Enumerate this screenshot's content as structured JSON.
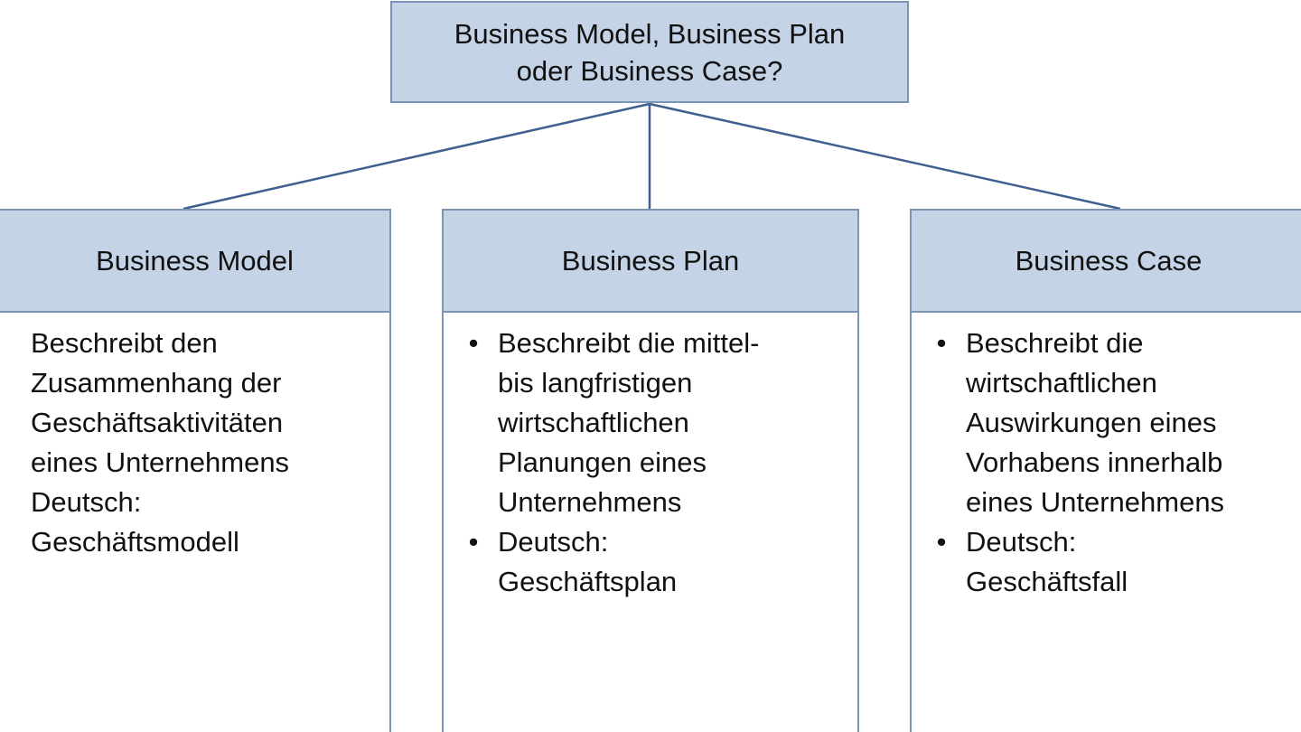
{
  "title_box": {
    "line1": "Business Model, Business Plan",
    "line2": "oder Business Case?"
  },
  "columns": {
    "model": {
      "heading": "Business Model",
      "lines": [
        "Beschreibt den",
        "Zusammenhang der",
        "Geschäftsaktivitäten",
        "eines Unternehmens",
        "Deutsch:",
        "Geschäftsmodell"
      ]
    },
    "plan": {
      "heading": "Business Plan",
      "bullet1": [
        "Beschreibt die mittel-",
        "bis langfristigen",
        "wirtschaftlichen",
        "Planungen eines",
        "Unternehmens"
      ],
      "bullet2": [
        "Deutsch:",
        "Geschäftsplan"
      ]
    },
    "case": {
      "heading": "Business Case",
      "bullet1": [
        "Beschreibt die",
        "wirtschaftlichen",
        "Auswirkungen eines",
        "Vorhabens innerhalb",
        "eines Unternehmens"
      ],
      "bullet2": [
        "Deutsch:",
        "Geschäftsfall"
      ]
    }
  },
  "bullet_glyph": "•",
  "colors": {
    "box_fill": "#c5d3e6",
    "border": "#7d95b5",
    "connector": "#3f5f8f"
  }
}
